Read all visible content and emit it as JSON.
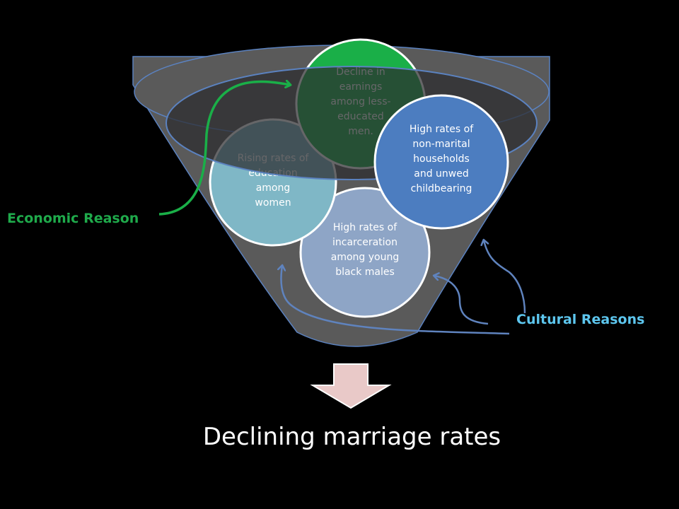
{
  "diagram": {
    "circles": [
      {
        "id": "incarceration",
        "lines": [
          "High rates of",
          "incarceration",
          "among young",
          "black males"
        ],
        "color": "#8ea5c6"
      },
      {
        "id": "women-education",
        "lines": [
          "Rising rates of",
          "education",
          "among",
          "women"
        ],
        "color": "#7fb7c6"
      },
      {
        "id": "earnings-decline",
        "lines": [
          "Decline in",
          "earnings",
          "among less-",
          "educated",
          "men."
        ],
        "color": "#1aaf48"
      },
      {
        "id": "nonmarital",
        "lines": [
          "High rates of",
          "non-marital",
          "households",
          "and unwed",
          "childbearing"
        ],
        "color": "#4c7dc0"
      }
    ],
    "economic_label": "Economic Reason",
    "cultural_label": "Cultural Reasons",
    "result_label": "Declining marriage rates",
    "colors": {
      "funnel": "#5a5a5a",
      "funnel_opening": "#3d3d3f",
      "funnel_rim": "#5b82c0",
      "economic_arrow": "#1aaf48",
      "cultural_arrow": "#5f83be",
      "result_arrow": "#e9c9c8"
    }
  }
}
